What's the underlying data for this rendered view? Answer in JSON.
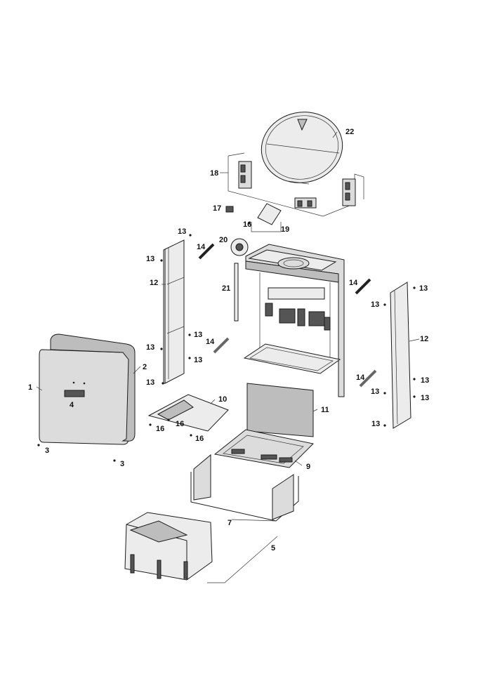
{
  "callouts": {
    "c1": "1",
    "c2": "2",
    "c3a": "3",
    "c3b": "3",
    "c4": "4",
    "c5": "5",
    "c7": "7",
    "c9": "9",
    "c10": "10",
    "c11": "11",
    "c12a": "12",
    "c12b": "12",
    "c13a": "13",
    "c13b": "13",
    "c13c": "13",
    "c13d": "13",
    "c13e": "13",
    "c13f": "13",
    "c13g": "13",
    "c13h": "13",
    "c13i": "13",
    "c13j": "13",
    "c13k": "13",
    "c13l": "13",
    "c14a": "14",
    "c14b": "14",
    "c14c": "14",
    "c14d": "14",
    "c16a": "16",
    "c16b": "16",
    "c16c": "16",
    "c16d": "16",
    "c17": "17",
    "c18": "18",
    "c19": "19",
    "c20": "20",
    "c21": "21",
    "c22": "22"
  }
}
